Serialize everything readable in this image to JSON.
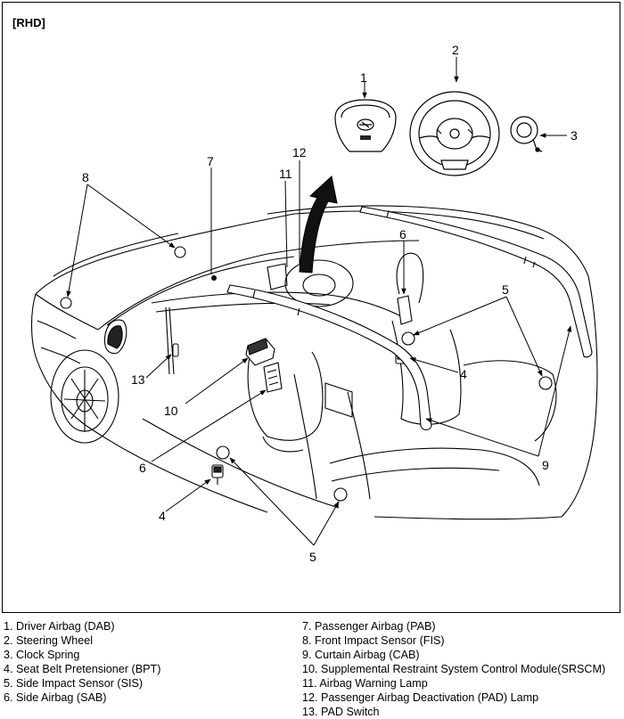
{
  "diagram": {
    "variant_tag": "[RHD]",
    "callouts": {
      "c1": "1",
      "c2": "2",
      "c3": "3",
      "c4a": "4",
      "c4b": "4",
      "c5a": "5",
      "c5b": "5",
      "c6a": "6",
      "c6b": "6",
      "c7": "7",
      "c8": "8",
      "c9": "9",
      "c10": "10",
      "c11": "11",
      "c12": "12",
      "c13": "13"
    }
  },
  "legend": {
    "left": [
      "1. Driver Airbag (DAB)",
      "2. Steering Wheel",
      "3. Clock Spring",
      "4. Seat Belt Pretensioner (BPT)",
      "5. Side Impact Sensor (SIS)",
      "6. Side Airbag (SAB)"
    ],
    "right": [
      "7. Passenger Airbag (PAB)",
      "8. Front Impact Sensor (FIS)",
      "9. Curtain Airbag (CAB)",
      "10. Supplemental Restraint System Control Module(SRSCM)",
      "11. Airbag Warning Lamp",
      "12. Passenger Airbag Deactivation (PAD) Lamp",
      "13. PAD Switch"
    ]
  }
}
